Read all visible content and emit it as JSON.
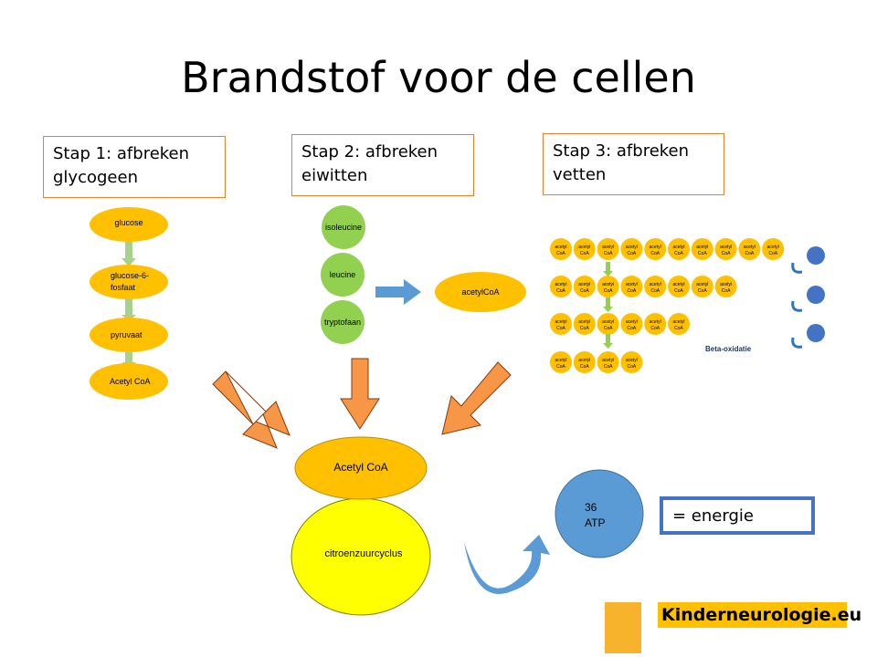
{
  "title": "Brandstof voor de cellen",
  "steps": [
    {
      "line1": "Stap 1: afbreken",
      "line2": "glycogeen"
    },
    {
      "line1": "Stap 2: afbreken",
      "line2": "eiwitten"
    },
    {
      "line1": "Stap 3: afbreken",
      "line2": "vetten"
    }
  ],
  "glycogen_chain": [
    "glucose",
    "glucose-6-",
    "fosfaat",
    "pyruvaat",
    "Acetyl CoA"
  ],
  "amino_acids": [
    "isoleucine",
    "leucine",
    "tryptofaan"
  ],
  "protein_product": "acetylCoA",
  "fat_unit_line1": "acetyl",
  "fat_unit_line2": "CoA",
  "fat_rows_counts": [
    10,
    8,
    6,
    4
  ],
  "beta_label": "Beta-oxidatie",
  "center": {
    "acetyl": "Acetyl CoA",
    "cycle": "citroenzuurcyclus"
  },
  "atp": {
    "count": "36",
    "label": "ATP"
  },
  "energy": "= energie",
  "logo": "Kinderneurologie.eu",
  "colors": {
    "orange": "#ffc000",
    "green": "#92d050",
    "yellow": "#ffff00",
    "blue": "#5b9bd5",
    "arrow": "#f79646"
  }
}
